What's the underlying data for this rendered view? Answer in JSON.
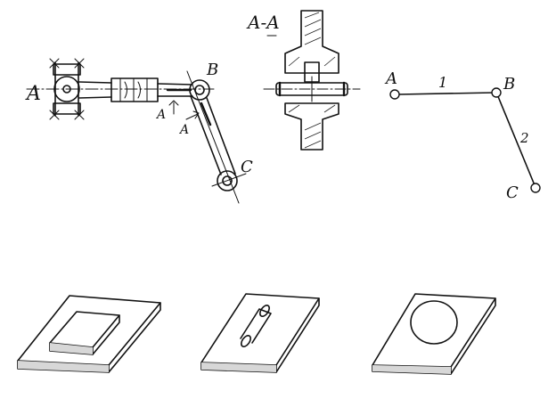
{
  "mechanism_labels": {
    "point_a": "A",
    "point_b": "B",
    "point_c": "C",
    "view_arrow_1": "A",
    "view_arrow_2": "A"
  },
  "section_view": {
    "title": "A-A"
  },
  "kinematic_scheme": {
    "point_a": "A",
    "point_b": "B",
    "point_c": "C",
    "link_1": "1",
    "link_2": "2"
  },
  "plates": [
    {
      "name": "plate-with-rectangular-block"
    },
    {
      "name": "plate-with-cylinder"
    },
    {
      "name": "plate-with-circle"
    }
  ],
  "colors": {
    "ink": "#111111",
    "background": "#ffffff"
  }
}
